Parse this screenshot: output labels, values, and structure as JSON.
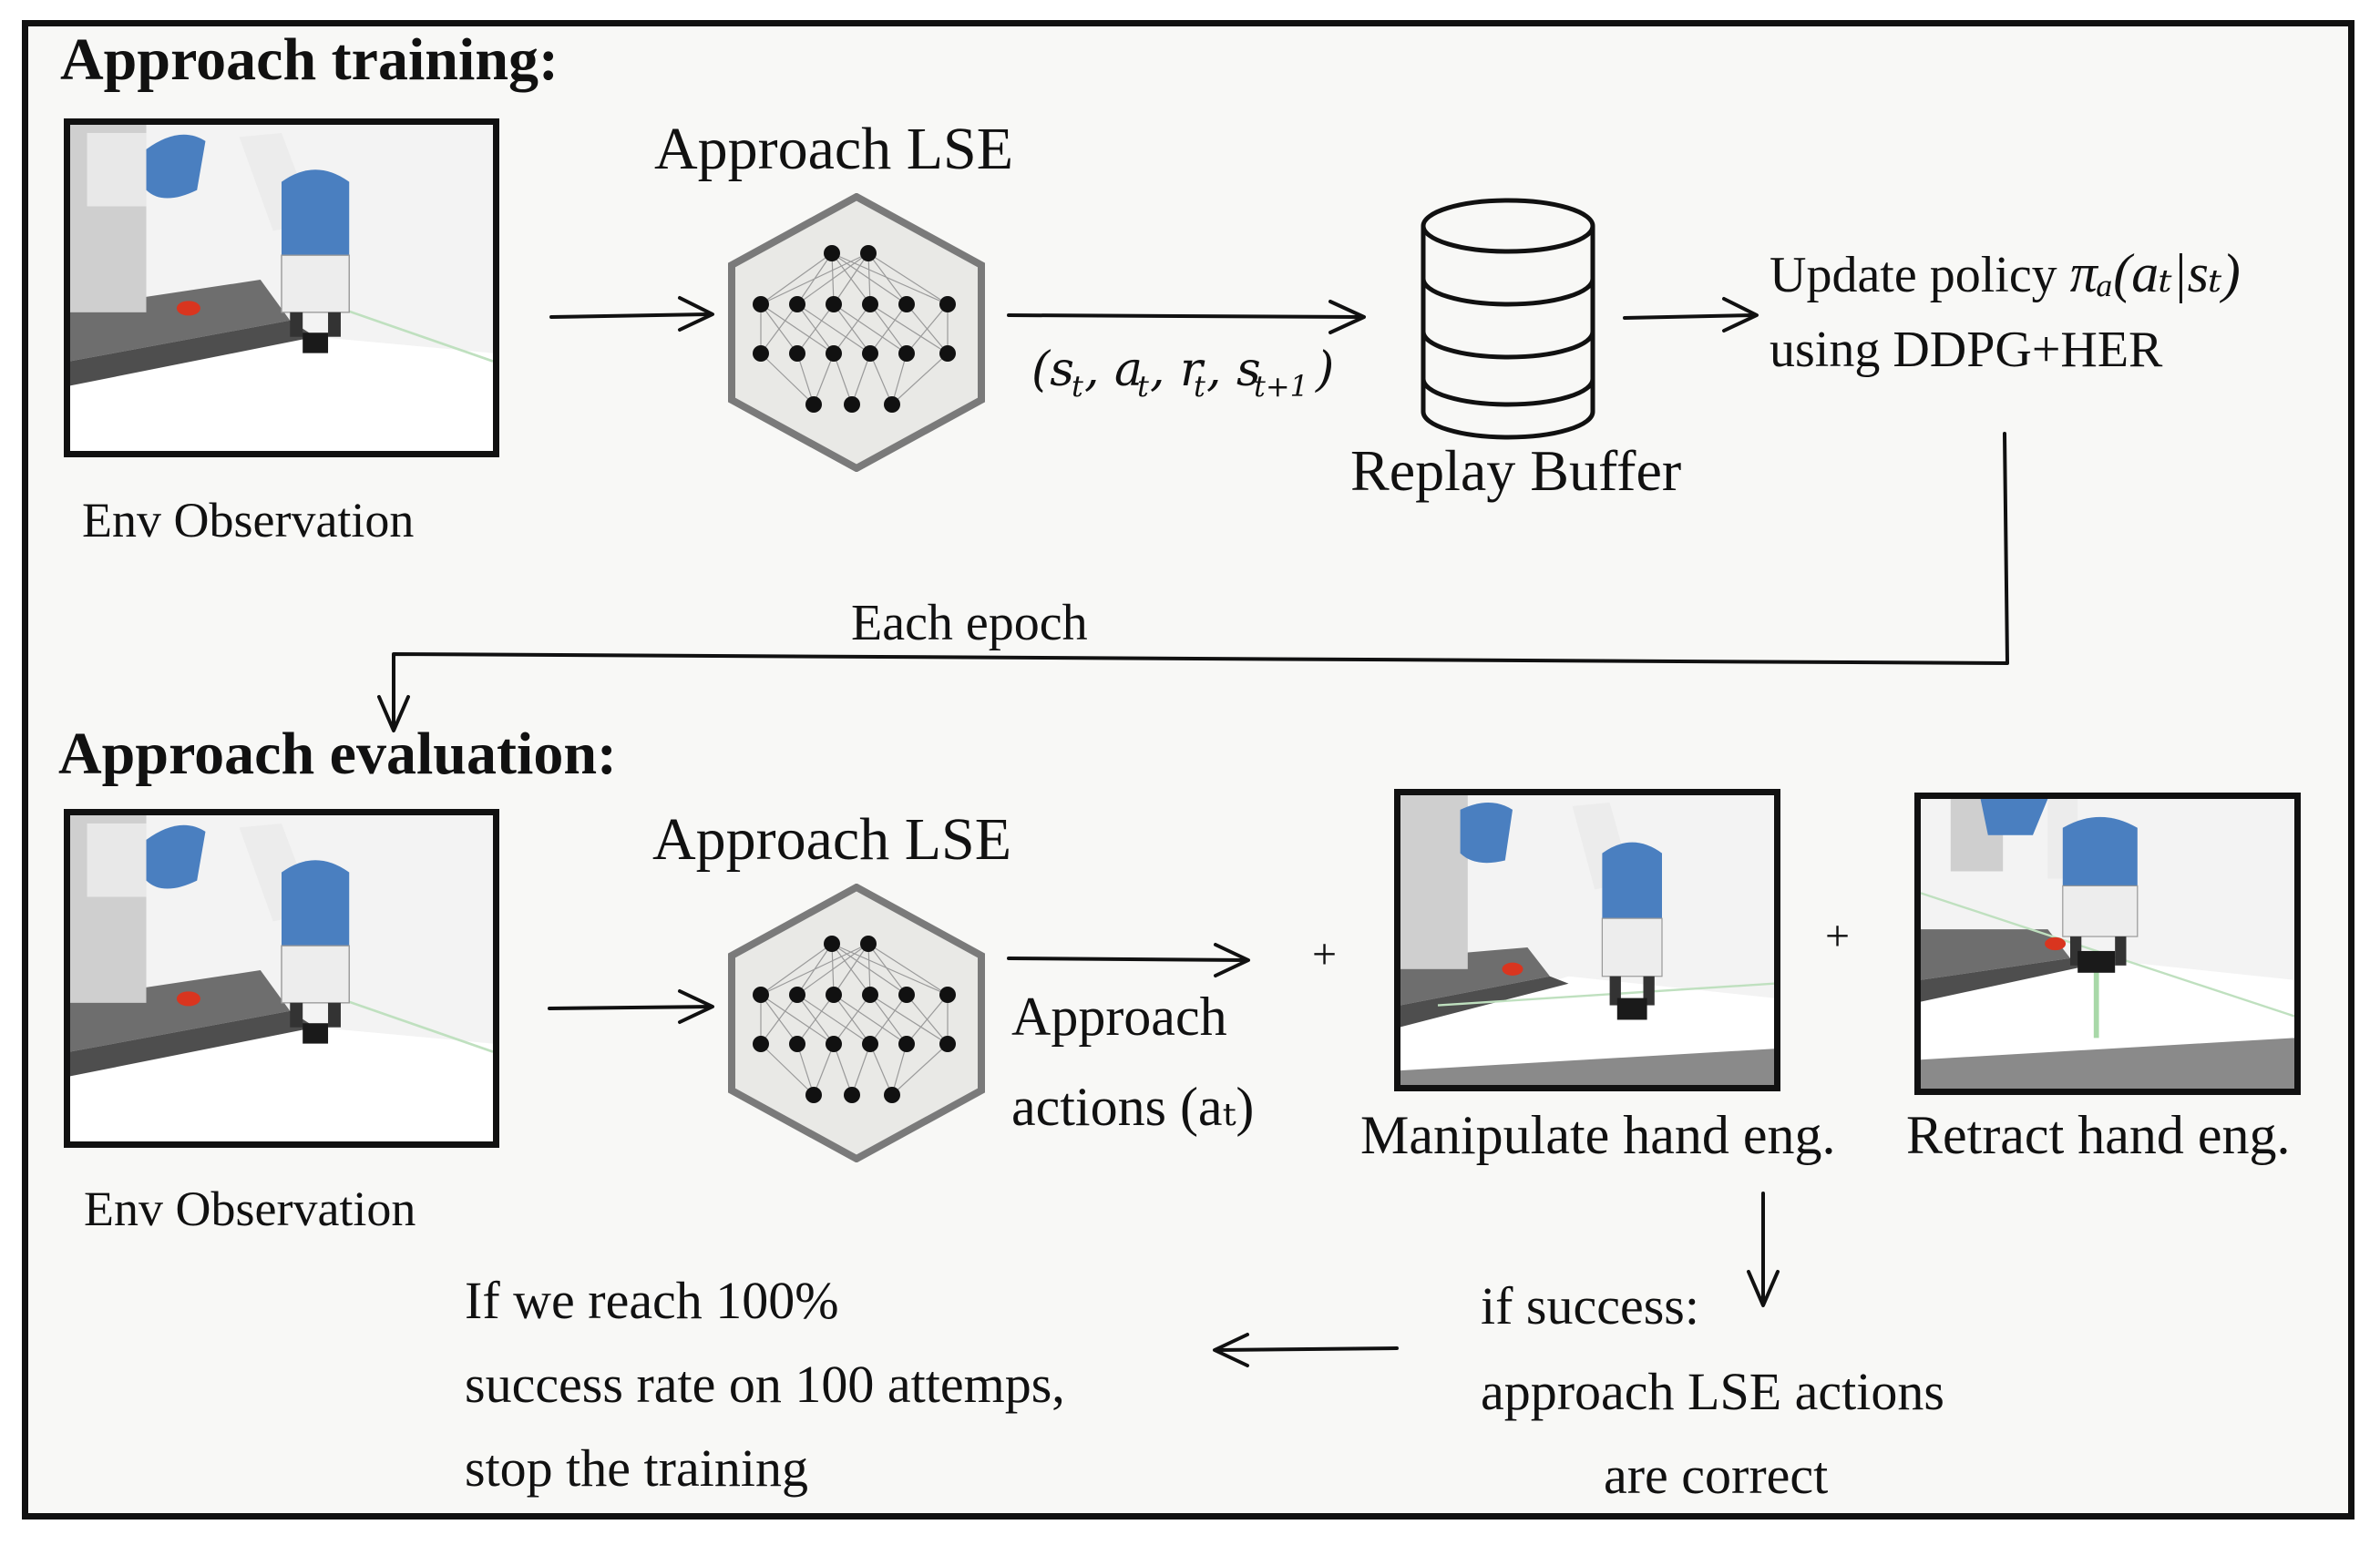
{
  "colors": {
    "background": "#f8f8f6",
    "border": "#111111",
    "robot_blue": "#4a7fc0",
    "robot_white": "#e6e6e6",
    "table_gray": "#6e6e6e",
    "object_red": "#d9351f",
    "hexagon_fill": "#e9e9e6",
    "hexagon_stroke": "#7a7a7a"
  },
  "icons": {
    "network": "neural-network-hexagon-icon",
    "database": "database-cylinder-icon"
  },
  "training": {
    "section_title": "Approach training:",
    "env_caption": "Env Observation",
    "lse_label": "Approach LSE",
    "transition_label": "(s_t, a_t, r_t, s_{t+1})",
    "buffer_label": "Replay Buffer",
    "update_line1_prefix": "Update policy ",
    "update_line1_math": "πₐ(aₜ|sₜ)",
    "update_line2": "using  DDPG+HER",
    "epoch_label": "Each epoch"
  },
  "evaluation": {
    "section_title": "Approach evaluation:",
    "env_caption": "Env Observation",
    "lse_label": "Approach LSE",
    "actions_line1": "Approach",
    "actions_line2": "actions (aₜ)",
    "plus1": "+",
    "plus2": "+",
    "manipulate_label": "Manipulate hand eng.",
    "retract_label": "Retract hand eng.",
    "success_line1": "if success:",
    "success_line2": "approach LSE actions",
    "success_line3": "are correct",
    "stop_line1": "If we reach 100%",
    "stop_line2": "success rate on 100 attemps,",
    "stop_line3": "stop the training"
  }
}
